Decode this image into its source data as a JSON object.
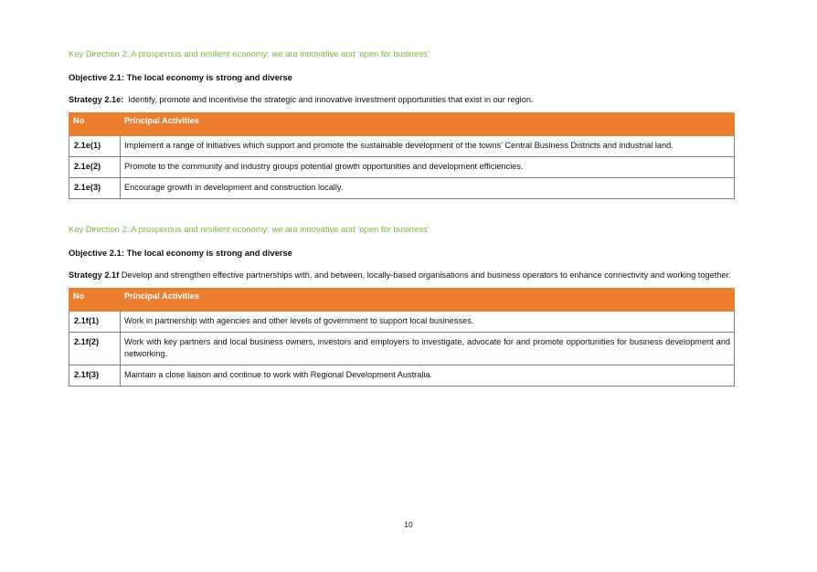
{
  "sections": [
    {
      "key_direction": "Key Direction 2:  A prosperous and resilient economy: we are innovative and ‘open for business’",
      "objective": "Objective 2.1: The local economy is strong and diverse",
      "strategy_label": "Strategy 2.1e:",
      "strategy_text": "Identify, promote and incentivise the strategic and innovative investment opportunities that exist in our region.",
      "table": {
        "headers": [
          "No",
          "Principal Activities"
        ],
        "rows": [
          {
            "no": "2.1e(1)",
            "activity": "Implement a range of initiatives which support and promote the sustainable development of the towns’ Central Business Districts and industrial land."
          },
          {
            "no": "2.1e(2)",
            "activity": "Promote to the community and industry groups potential growth opportunities and development efficiencies."
          },
          {
            "no": "2.1e(3)",
            "activity": "Encourage growth in development and construction locally."
          }
        ]
      }
    },
    {
      "key_direction": "Key Direction 2:  A prosperous and resilient economy: we are innovative and ‘open for business’",
      "objective": "Objective 2.1: The local economy is strong and diverse",
      "strategy_label": "Strategy 2.1f",
      "strategy_text": "Develop and strengthen effective partnerships with, and between, locally-based organisations and business operators to enhance connectivity and working together.",
      "table": {
        "headers": [
          "No",
          "Principal Activities"
        ],
        "rows": [
          {
            "no": "2.1f(1)",
            "activity": "Work in partnership with agencies and other levels of government to support local businesses."
          },
          {
            "no": "2.1f(2)",
            "activity": "Work with key partners and local business owners, investors and employers to investigate, advocate for and promote opportunities for business development and networking."
          },
          {
            "no": "2.1f(3)",
            "activity": "Maintain a close liaison and continue to work with Regional Development Australia."
          }
        ]
      }
    }
  ],
  "page_number": "10",
  "colors": {
    "accent_orange": "#ed7d31",
    "heading_green": "#7ab648"
  }
}
